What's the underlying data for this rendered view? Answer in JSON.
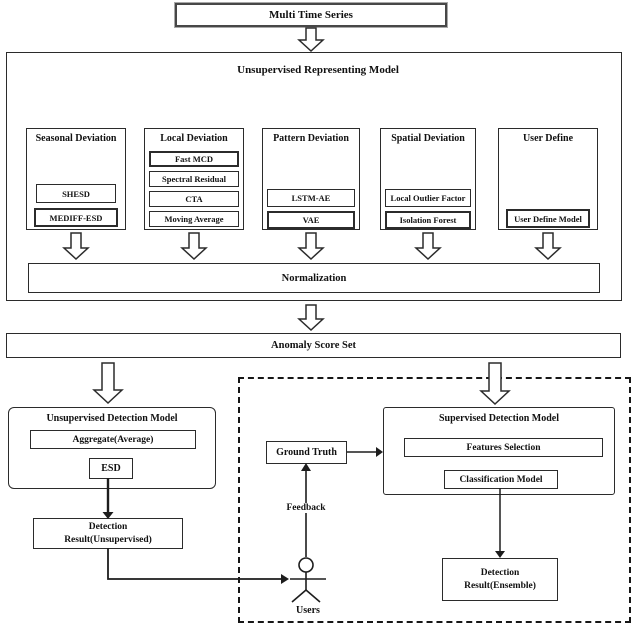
{
  "input_box": "Multi Time Series",
  "representing": {
    "title": "Unsupervised Representing Model",
    "normalization": "Normalization",
    "columns": [
      {
        "title": "Seasonal Deviation",
        "methods": [
          "SHESD",
          "MEDIFF-ESD"
        ]
      },
      {
        "title": "Local Deviation",
        "methods": [
          "Fast MCD",
          "Spectral Residual",
          "CTA",
          "Moving Average"
        ]
      },
      {
        "title": "Pattern Deviation",
        "methods": [
          "LSTM-AE",
          "VAE"
        ]
      },
      {
        "title": "Spatial Deviation",
        "methods": [
          "Local Outlier Factor",
          "Isolation Forest"
        ]
      },
      {
        "title": "User Define",
        "methods": [
          "User Define Model"
        ]
      }
    ]
  },
  "anomaly_score_set": "Anomaly Score Set",
  "unsupervised_detection": {
    "title": "Unsupervised Detection Model",
    "aggregate": "Aggregate(Average)",
    "esd": "ESD",
    "result_line1": "Detection",
    "result_line2": "Result(Unsupervised)"
  },
  "supervised_detection": {
    "title": "Supervised Detection Model",
    "features": "Features Selection",
    "classifier": "Classification Model",
    "result_line1": "Detection",
    "result_line2": "Result(Ensemble)"
  },
  "ground_truth": "Ground Truth",
  "feedback_label": "Feedback",
  "users_label": "Users",
  "colors": {
    "border": "#2b2b2b",
    "text": "#111111",
    "background": "#ffffff"
  }
}
